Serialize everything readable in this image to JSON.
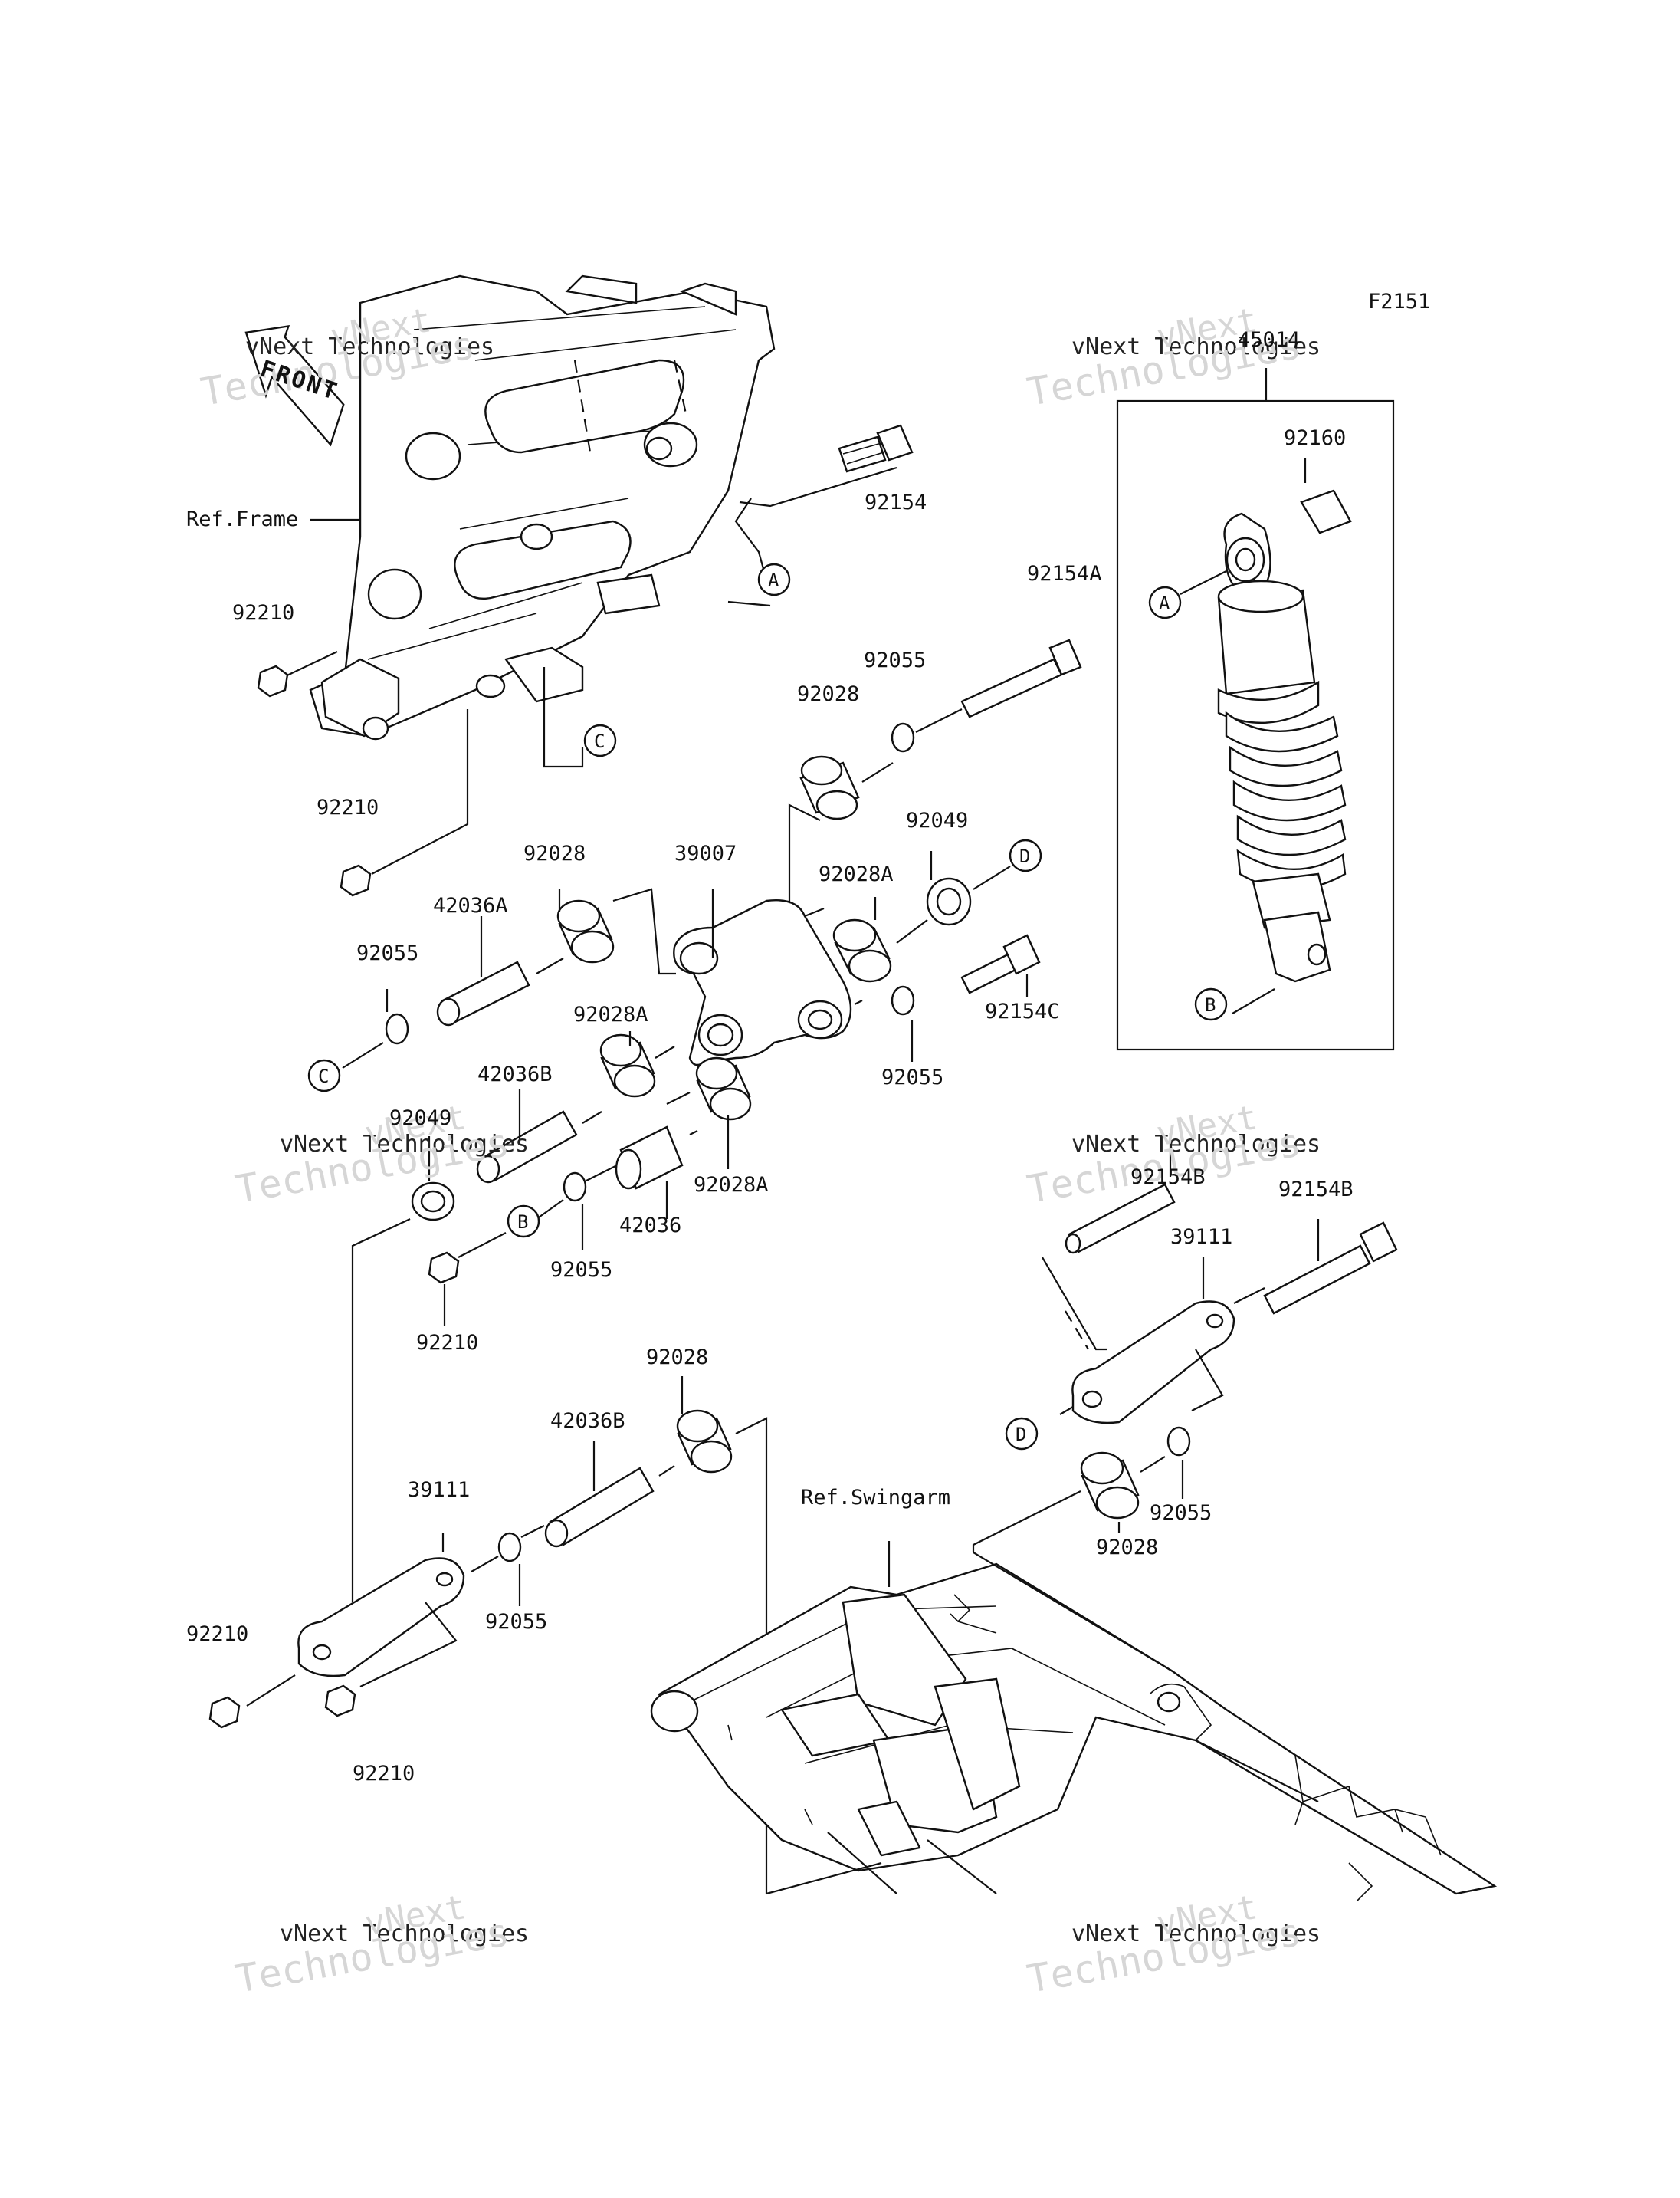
{
  "figure_code": "F2151",
  "references": {
    "frame": "Ref.Frame",
    "swingarm": "Ref.Swingarm"
  },
  "front_sign": "FRONT",
  "watermark": {
    "line1": "vNext",
    "line2": "vNext Technologies",
    "line3": "Technologies"
  },
  "shock_box_label": "45014",
  "callouts": [
    "A",
    "B",
    "C",
    "D"
  ],
  "parts": {
    "p92154": "92154",
    "p92154A": "92154A",
    "p92154B_1": "92154B",
    "p92154B_2": "92154B",
    "p92154C": "92154C",
    "p92160": "92160",
    "p92210_1": "92210",
    "p92210_2": "92210",
    "p92210_3": "92210",
    "p92210_4": "92210",
    "p92210_5": "92210",
    "p92055_1": "92055",
    "p92055_2": "92055",
    "p92055_3": "92055",
    "p92055_4": "92055",
    "p92055_5": "92055",
    "p92055_6": "92055",
    "p92028_1": "92028",
    "p92028_2": "92028",
    "p92028_3": "92028",
    "p92028_4": "92028",
    "p92028A_1": "92028A",
    "p92028A_2": "92028A",
    "p92028A_3": "92028A",
    "p92049_1": "92049",
    "p92049_2": "92049",
    "p39007": "39007",
    "p39111_1": "39111",
    "p39111_2": "39111",
    "p42036": "42036",
    "p42036A": "42036A",
    "p42036B_1": "42036B",
    "p42036B_2": "42036B"
  }
}
